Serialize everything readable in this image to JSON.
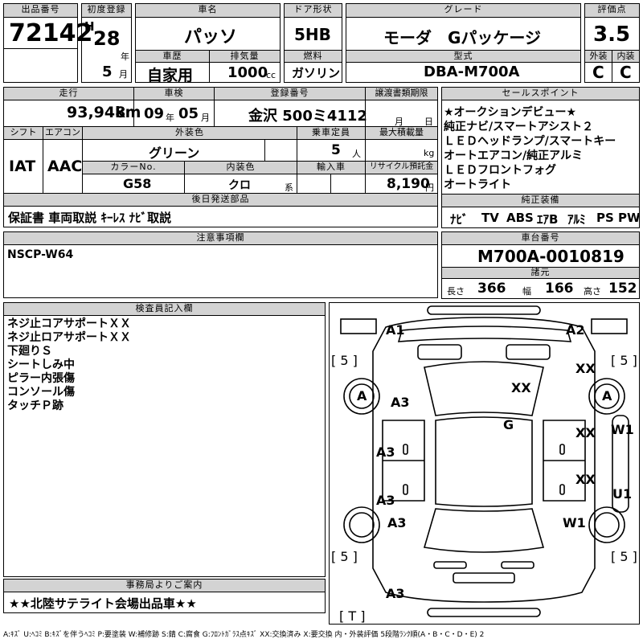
{
  "header": {
    "lot_label": "出品番号",
    "lot": "72142",
    "first_reg_label": "初度登録",
    "era": "H",
    "year": "28",
    "year_unit": "年",
    "month": "5",
    "month_unit": "月",
    "car_name_label": "車名",
    "car_name": "パッソ",
    "door_label": "ドア形状",
    "door": "5HB",
    "grade_label": "グレード",
    "grade": "モーダ　Gパッケージ",
    "score_label": "評価点",
    "score": "3.5",
    "history_label": "車歴",
    "history": "自家用",
    "displacement_label": "排気量",
    "displacement": "1000",
    "displacement_unit": "cc",
    "fuel_label": "燃料",
    "fuel": "ガソリン",
    "model_label": "型式",
    "model": "DBA-M700A",
    "ext_score_label": "外装",
    "ext_score": "C",
    "int_score_label": "内装",
    "int_score": "C"
  },
  "row2": {
    "mileage_label": "走行",
    "mileage": "93,948",
    "mileage_unit": "km",
    "inspection_label": "車検",
    "insp_year": "09",
    "insp_year_unit": "年",
    "insp_month": "05",
    "insp_month_unit": "月",
    "plate_label": "登録番号",
    "plate": "金沢 500ミ4112",
    "transfer_label": "譲渡書類期限",
    "transfer_month": "月",
    "transfer_day": "日",
    "shift_label": "シフト",
    "shift": "IAT",
    "ac_label": "エアコン",
    "ac": "AAC",
    "color_label": "外装色",
    "color": "グリーン",
    "capacity_label": "乗車定員",
    "capacity": "5",
    "capacity_unit": "人",
    "load_label": "最大積載量",
    "load_unit": "kg",
    "color_no_label": "カラーNo.",
    "color_no": "G58",
    "int_color_label": "内装色",
    "int_color": "クロ",
    "int_color_unit": "系",
    "import_label": "輸入車",
    "recycle_label": "リサイクル預託金",
    "recycle": "8,190",
    "recycle_unit": "円"
  },
  "sales_points": {
    "label": "セールスポイント",
    "items": [
      "★オークションデビュー★",
      "純正ナビ/スマートアシスト２",
      "ＬＥＤヘッドランプ/スマートキー",
      "オートエアコン/純正アルミ",
      "ＬＥＤフロントフォグ",
      "オートライト"
    ]
  },
  "equipment": {
    "label": "純正装備",
    "items": [
      "ﾅﾋﾞ",
      "TV",
      "ABS",
      "ｴｱB",
      "ｱﾙﾐ",
      "PS",
      "PW"
    ]
  },
  "later_parts": {
    "label": "後日発送部品",
    "text": "保証書 車両取説 ｷｰﾚｽ ﾅﾋﾞ取説"
  },
  "notes": {
    "label": "注意事項欄",
    "text": "NSCP-W64"
  },
  "chassis": {
    "label": "車台番号",
    "number": "M700A-0010819",
    "specs_label": "諸元",
    "length_label": "長さ",
    "length": "366",
    "width_label": "幅",
    "width": "166",
    "height_label": "高さ",
    "height": "152"
  },
  "inspector": {
    "label": "検査員記入欄",
    "lines": [
      "ネジ止コアサポートＸＸ",
      "ネジ止ロアサポートＸＸ",
      "下廻りＳ",
      "シートしみ中",
      "ピラー内張傷",
      "コンソール傷",
      "タッチＰ跡"
    ]
  },
  "office": {
    "label": "事務局よりご案内",
    "text": "★★北陸サテライト会場出品車★★"
  },
  "legend": "A:ｷｽﾞ U:ﾍｺﾐ B:ｷｽﾞを伴うﾍｺﾐ P:要塗装 W:補修跡 S:錆 C:腐食 G:ﾌﾛﾝﾄｶﾞﾗｽ点ｷｽﾞ XX:交換済み X:要交換 内・外装評価 5段階ﾗﾝｸ順(A・B・C・D・E) 2",
  "diagram": {
    "marks": {
      "a1": "A1",
      "a2": "A2",
      "bracket_tl": "[ 5 ]",
      "bracket_tr": "[ 5 ]",
      "bracket_bl": "[ 5 ]",
      "bracket_br": "[ 5 ]",
      "tire_fl": "A",
      "tire_fr": "A",
      "a3_fender": "A3",
      "xx_hood": "XX",
      "xx_fr_fender": "XX",
      "g_glass": "G",
      "xx_fr_door": "XX",
      "w1_right": "W1",
      "a3_fl_door": "A3",
      "a3_rl_door": "A3",
      "xx_rr_door": "XX",
      "u1": "U1",
      "a3_rl_fender": "A3",
      "w1_rr": "W1",
      "a3_rear": "A3",
      "t": "[ T ]"
    }
  }
}
